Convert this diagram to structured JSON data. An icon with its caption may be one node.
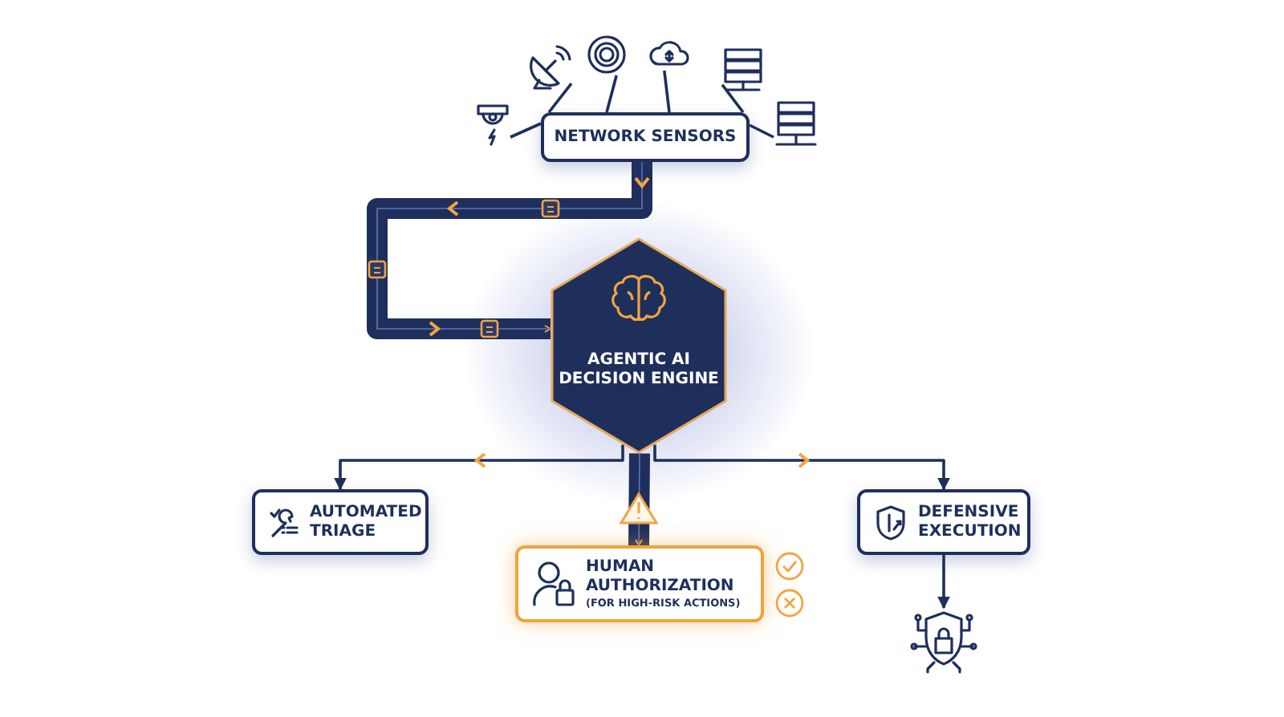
{
  "diagram": {
    "nodes": [
      {
        "text": [
          "NETWORK SENSORS"
        ]
      },
      {
        "text": [],
        "shape": "picture"
      },
      {
        "text": [],
        "shape": "picture"
      },
      {
        "text": [],
        "shape": "picture"
      },
      {
        "text": [],
        "shape": "picture"
      },
      {
        "text": [],
        "shape": "picture"
      },
      {
        "text": [],
        "shape": "picture"
      },
      {
        "text": [
          "AGENTIC AI DECISION ENGINE"
        ]
      },
      {
        "text": [
          "AUTOMATED TRIAGE"
        ]
      },
      {
        "text": [
          "HUMAN AUTHORIZATION",
          "(FOR HIGH-RISK ACTIONS)"
        ]
      },
      {
        "text": [
          "DEFENSIVE EXECUTION"
        ]
      },
      {
        "text": [],
        "shape": "picture"
      }
    ],
    "edges": [
      {
        "from": 1,
        "to": 0,
        "arrow": "none"
      },
      {
        "from": 2,
        "to": 0,
        "arrow": "none"
      },
      {
        "from": 3,
        "to": 0,
        "arrow": "none"
      },
      {
        "from": 4,
        "to": 0,
        "arrow": "none"
      },
      {
        "from": 5,
        "to": 0,
        "arrow": "none"
      },
      {
        "from": 6,
        "to": 0,
        "arrow": "none"
      },
      {
        "from": 0,
        "to": 7,
        "arrow": "to",
        "style": "thick"
      },
      {
        "from": 7,
        "to": 8,
        "arrow": "to"
      },
      {
        "from": 7,
        "to": 9,
        "arrow": "to",
        "style": "thick"
      },
      {
        "from": 7,
        "to": 10,
        "arrow": "to"
      },
      {
        "from": 10,
        "to": 11,
        "arrow": "to"
      }
    ]
  }
}
